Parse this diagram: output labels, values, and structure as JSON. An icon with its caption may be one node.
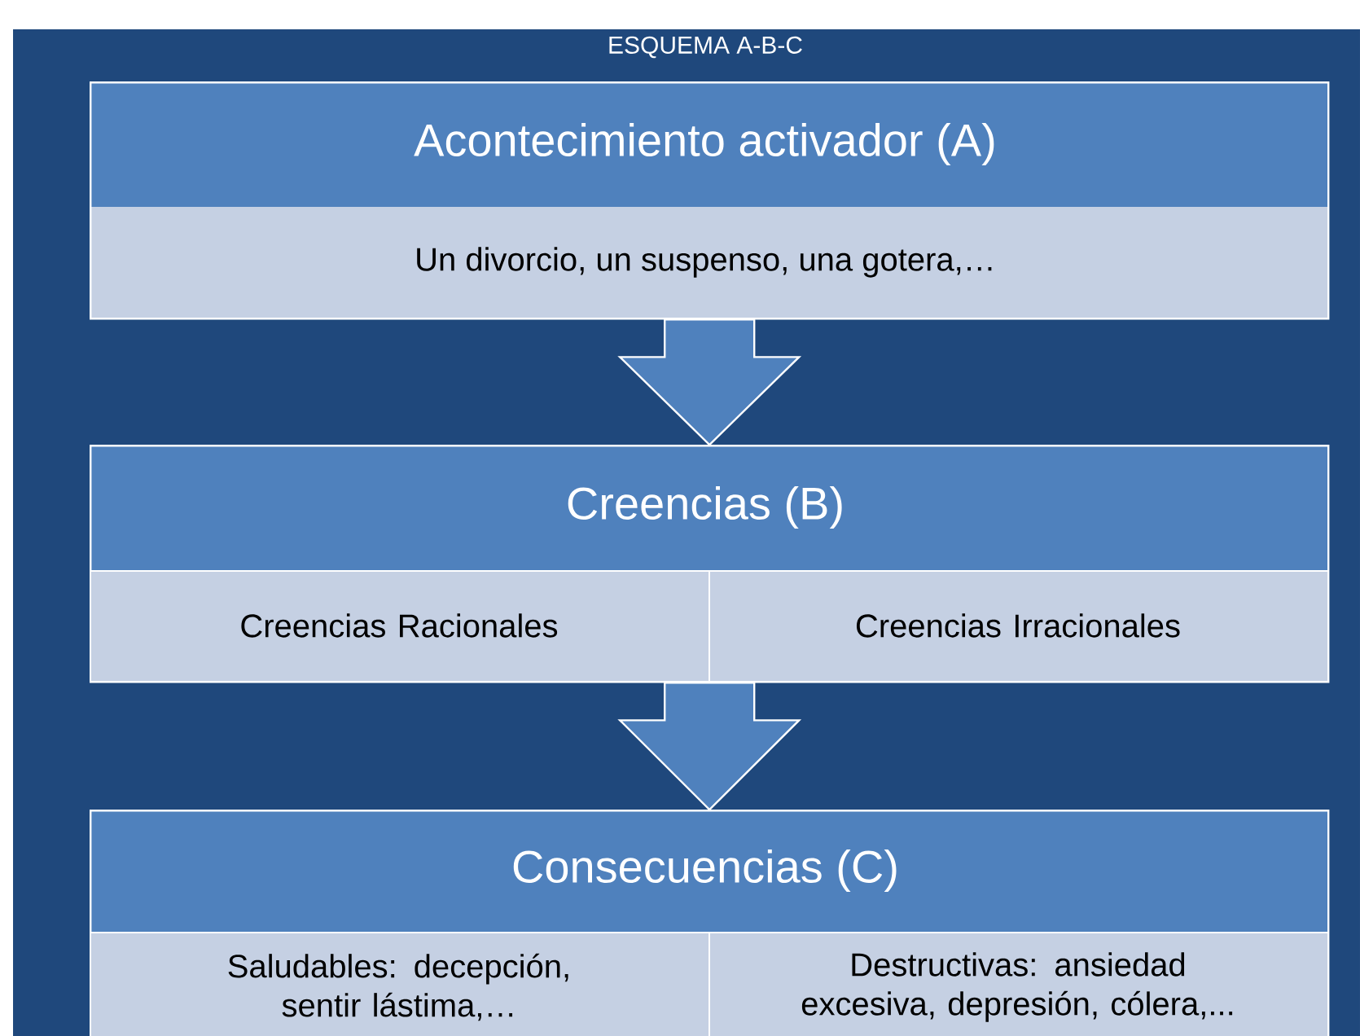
{
  "diagram": {
    "title": "ESQUEMA A-B-C",
    "nodes": [
      {
        "text": [
          "Acontecimiento activador (A)",
          "Un divorcio, un suspenso, una gotera,…"
        ]
      },
      {
        "text": [
          "Creencias (B)"
        ]
      },
      {
        "text": [
          "Creencias Racionales"
        ],
        "in": 1
      },
      {
        "text": [
          "Creencias Irracionales"
        ],
        "in": 1
      },
      {
        "text": [
          "Consecuencias (C)"
        ]
      },
      {
        "text": [
          "Saludables: decepción, sentir lástima,…"
        ],
        "in": 4
      },
      {
        "text": [
          "Destructivas: ansiedad excesiva, depresión, cólera,..."
        ],
        "in": 4
      }
    ],
    "edges": [
      {
        "from": 0,
        "to": 1,
        "arrow": "to"
      },
      {
        "from": 1,
        "to": 4,
        "arrow": "to"
      }
    ]
  }
}
